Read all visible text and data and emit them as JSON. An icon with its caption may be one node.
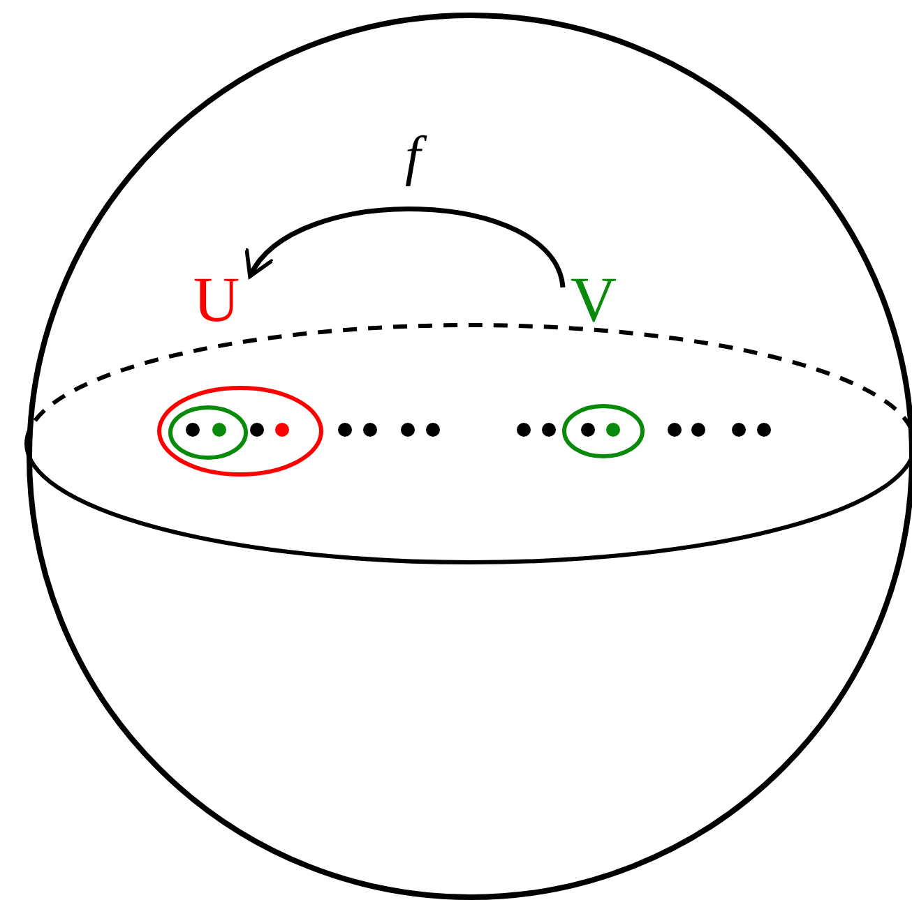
{
  "diagram": {
    "nodes": [
      {
        "text": [
          "U"
        ]
      },
      {
        "text": [
          "V"
        ]
      }
    ],
    "edges": [
      {
        "from": 1,
        "to": 0,
        "arrow": "to",
        "label": "f"
      }
    ]
  }
}
